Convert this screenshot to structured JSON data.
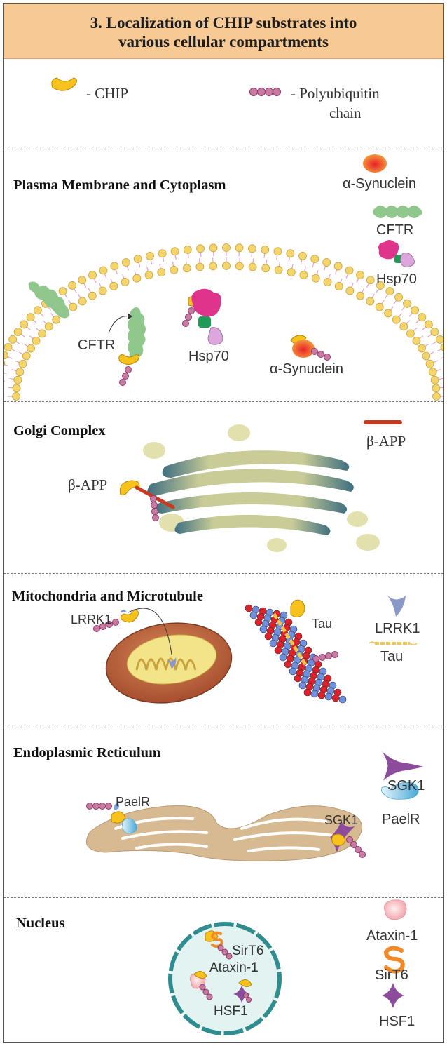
{
  "header": {
    "title": "3. Localization of CHIP substrates into\nvarious cellular compartments"
  },
  "legend": {
    "chip_label": "- CHIP",
    "polyub_label": "- Polyubiquitin",
    "polyub_label_2": "chain"
  },
  "colors": {
    "banner": "#f7c995",
    "chip": "#f6c21b",
    "ubiquitin": "#c97aa3",
    "membrane_head": "#f4d56b",
    "cftr": "#8fc78c",
    "hsp70": "#e0338c",
    "synuclein": "#f26f2c",
    "app": "#c83a1f",
    "golgi": "#c2c79a",
    "lrrk1": "#8a97c9",
    "tau": "#f2c44a",
    "sgk1": "#8d4b9c",
    "paelr": "#7cc3e8",
    "nucleus_border": "#2f8d8f"
  },
  "sections": {
    "plasma": {
      "title": "Plasma Membrane and Cytoplasm",
      "key_synuclein": "α-Synuclein",
      "key_cftr": "CFTR",
      "key_hsp70": "Hsp70",
      "diag_cftr": "CFTR",
      "diag_hsp70": "Hsp70",
      "diag_synuclein": "α-Synuclein"
    },
    "golgi": {
      "title": "Golgi Complex",
      "key_app": "β-APP",
      "diag_app": "β-APP"
    },
    "mito": {
      "title": "Mitochondria and Microtubule",
      "diag_lrrk1": "LRRK1",
      "diag_tau": "Tau",
      "key_lrrk1": "LRRK1",
      "key_tau": "Tau"
    },
    "er": {
      "title": "Endoplasmic Reticulum",
      "diag_paelr": "PaelR",
      "diag_sgk1": "SGK1",
      "key_sgk1": "SGK1",
      "key_paelr": "PaelR"
    },
    "nucleus": {
      "title": "Nucleus",
      "diag_sirt6": "SirT6",
      "diag_ataxin": "Ataxin-1",
      "diag_hsf1": "HSF1",
      "key_ataxin": "Ataxin-1",
      "key_sirt6": "SirT6",
      "key_hsf1": "HSF1"
    }
  }
}
